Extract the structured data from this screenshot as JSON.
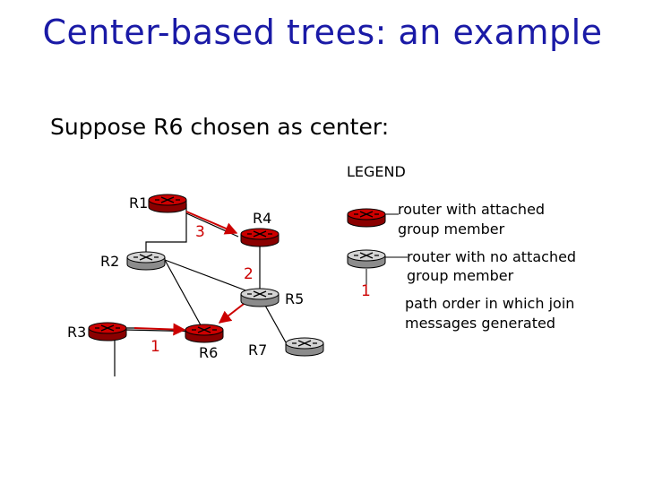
{
  "slide": {
    "title": "Center-based trees: an example",
    "subtitle": "Suppose R6 chosen as center:"
  },
  "routers": {
    "r1": "R1",
    "r2": "R2",
    "r3": "R3",
    "r4": "R4",
    "r5": "R5",
    "r6": "R6",
    "r7": "R7"
  },
  "path_orders": {
    "p1": "1",
    "p2": "2",
    "p3": "3"
  },
  "legend": {
    "heading": "LEGEND",
    "attached_line1": "router with attached",
    "attached_line2": "group member",
    "no_attached_line1": "router with no attached",
    "no_attached_line2": "group member",
    "order_sample": "1",
    "order_line1": "path order in which join",
    "order_line2": "messages generated"
  },
  "colors": {
    "title": "#1a1aa6",
    "member_router": "#cc0000",
    "nonmember_router": "#c8c8c8",
    "path_arrow": "#cc0000"
  }
}
